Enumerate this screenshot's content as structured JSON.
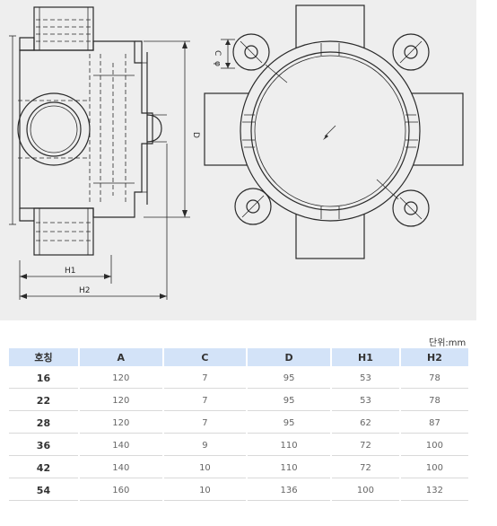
{
  "unit_label": "단위:mm",
  "drawing_labels": {
    "h1": "H1",
    "h2": "H2",
    "d": "D",
    "c": "C",
    "phi": "φ"
  },
  "table": {
    "headers": [
      "호칭",
      "A",
      "C",
      "D",
      "H1",
      "H2"
    ],
    "rows": [
      [
        "16",
        "120",
        "7",
        "95",
        "53",
        "78"
      ],
      [
        "22",
        "120",
        "7",
        "95",
        "53",
        "78"
      ],
      [
        "28",
        "120",
        "7",
        "95",
        "62",
        "87"
      ],
      [
        "36",
        "140",
        "9",
        "110",
        "72",
        "100"
      ],
      [
        "42",
        "140",
        "10",
        "110",
        "72",
        "100"
      ],
      [
        "54",
        "160",
        "10",
        "136",
        "100",
        "132"
      ]
    ]
  }
}
